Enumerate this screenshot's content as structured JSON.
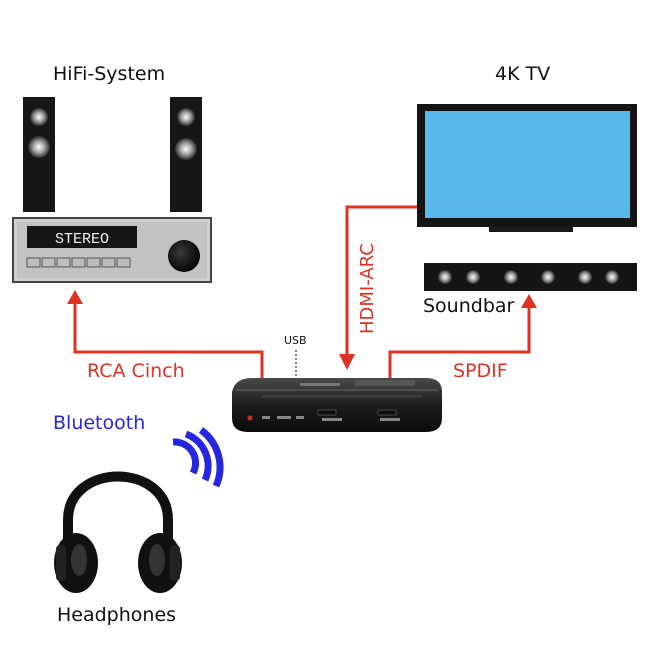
{
  "labels": {
    "hifi_system": "HiFi-System",
    "tv": "4K TV",
    "soundbar": "Soundbar",
    "headphones": "Headphones",
    "bluetooth": "Bluetooth",
    "rca": "RCA Cinch",
    "hdmi_arc": "HDMI-ARC",
    "spdif": "SPDIF",
    "usb": "USB",
    "receiver_display": "STEREO"
  },
  "colors": {
    "arrow": "#e03224",
    "bluetooth": "#2626e0",
    "tv_screen": "#5bb8ea",
    "device_body": "#1a1a1a",
    "receiver_body": "#c9c9c9"
  },
  "icons": {
    "speaker_left": "tower-speaker-icon",
    "speaker_right": "tower-speaker-icon",
    "receiver": "stereo-receiver-icon",
    "tv": "television-icon",
    "soundbar": "soundbar-icon",
    "headphones": "headphones-icon",
    "waves": "wireless-waves-icon",
    "box": "audio-extractor-box-icon"
  }
}
